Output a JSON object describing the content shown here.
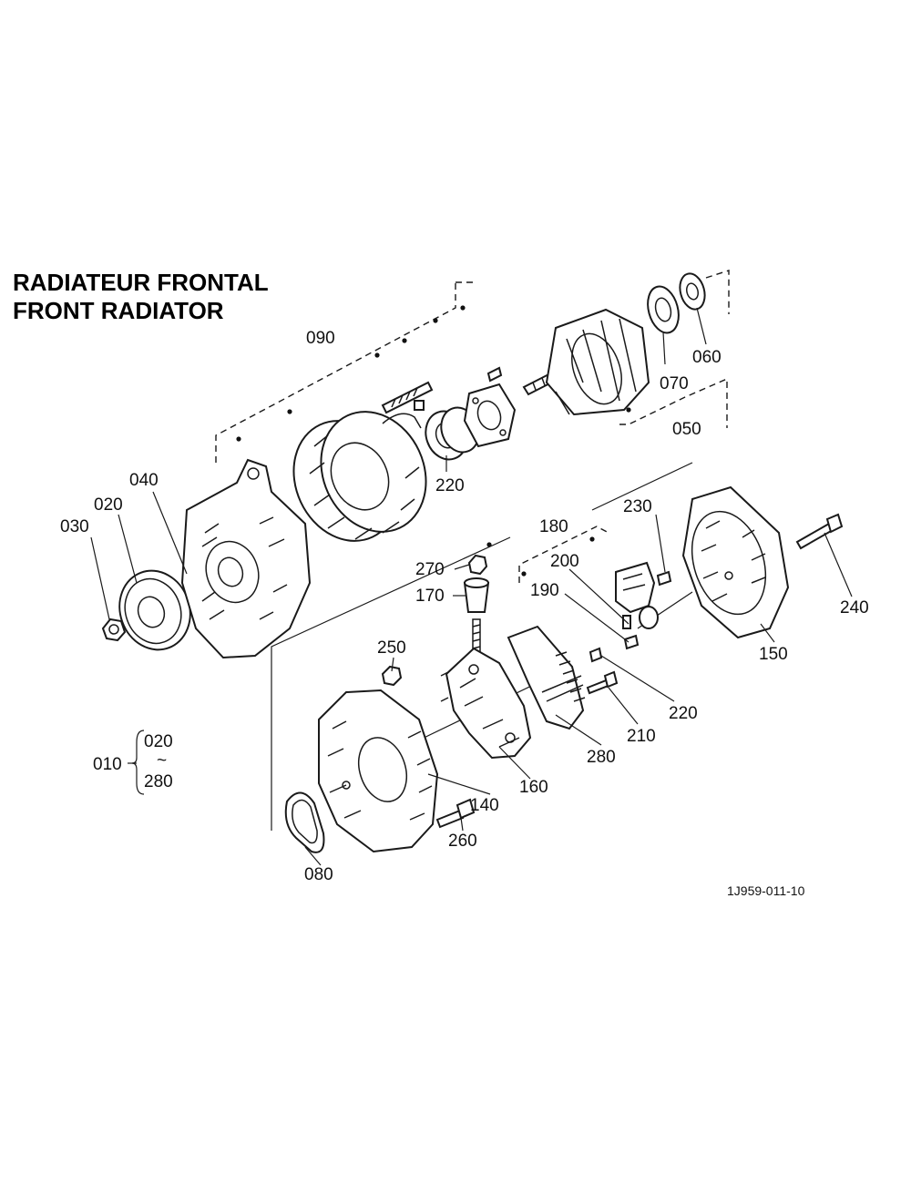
{
  "titles": {
    "line1": "RADIATEUR FRONTAL",
    "line2": "FRONT RADIATOR"
  },
  "callouts": {
    "c090": "090",
    "c060": "060",
    "c070": "070",
    "c050": "050",
    "c220_top": "220",
    "c040": "040",
    "c020": "020",
    "c030": "030",
    "c180": "180",
    "c230": "230",
    "c270": "270",
    "c200": "200",
    "c170": "170",
    "c190": "190",
    "c240": "240",
    "c150": "150",
    "c250": "250",
    "c220_bottom": "220",
    "c210": "210",
    "c280": "280",
    "c160": "160",
    "c140": "140",
    "c260": "260",
    "c080": "080"
  },
  "assembly": {
    "code": "010",
    "range_start": "020",
    "range_sep": "~",
    "range_end": "280"
  },
  "reference": "1J959-011-10"
}
